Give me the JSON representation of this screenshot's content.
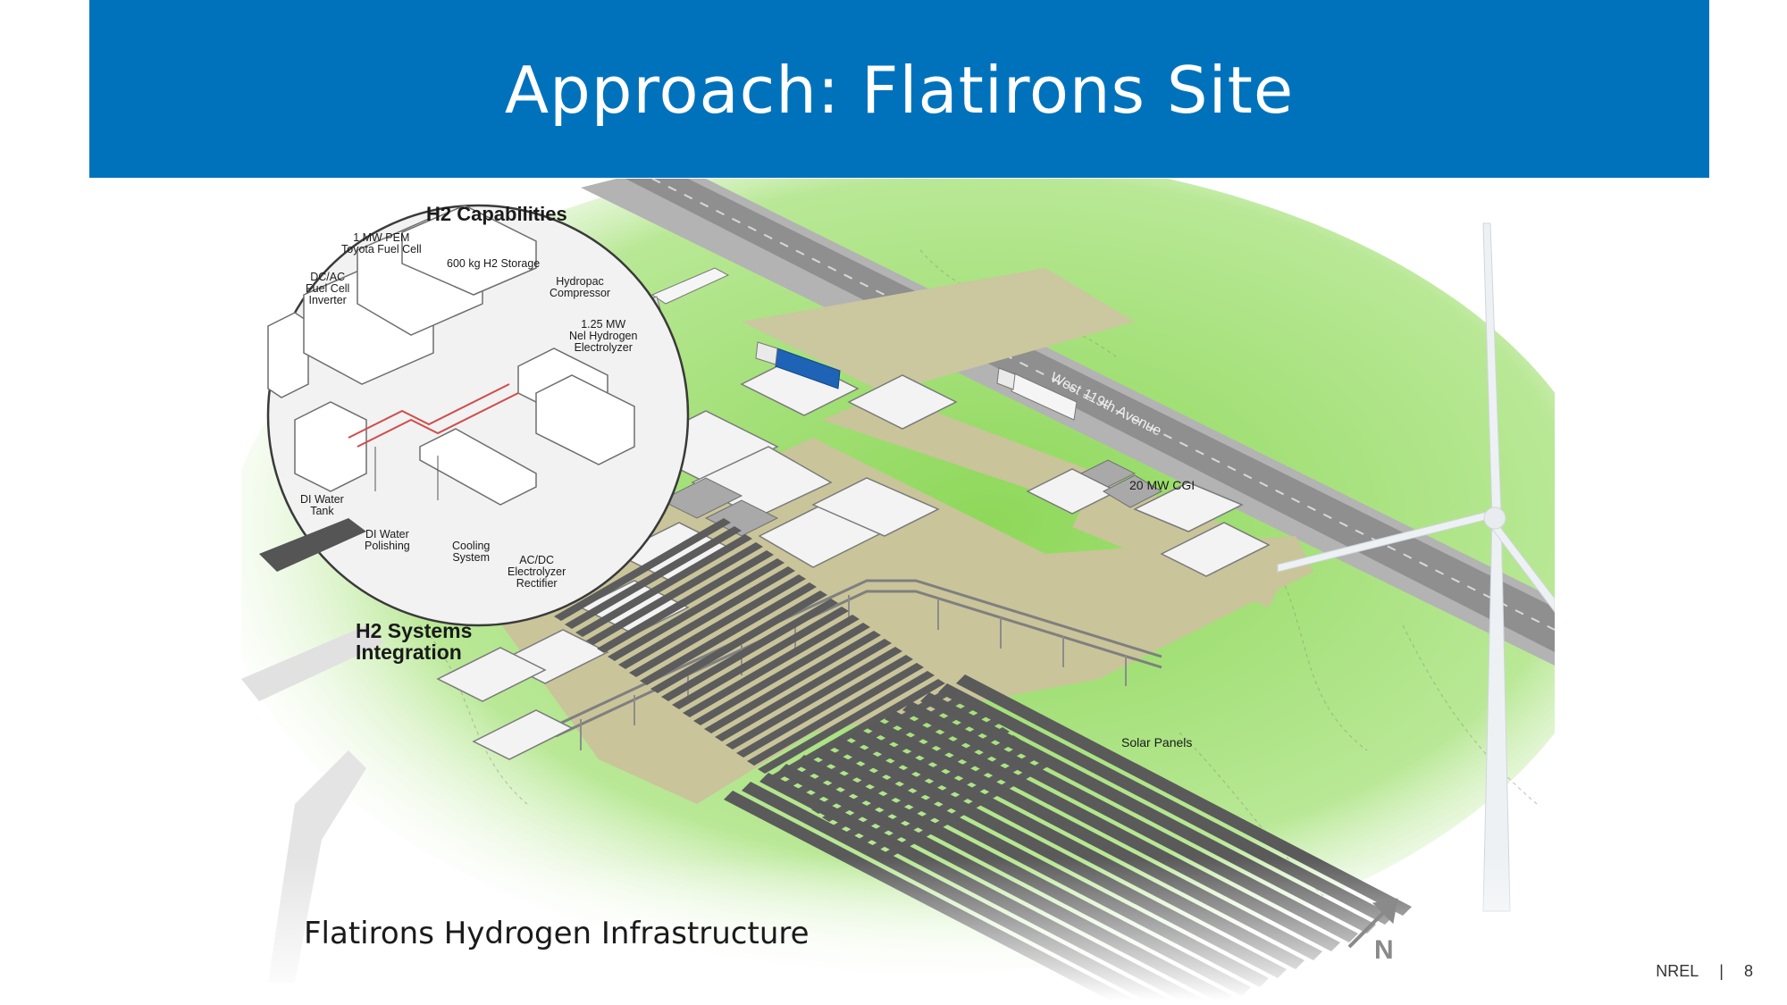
{
  "slide": {
    "title": "Approach: Flatirons Site",
    "footer_org": "NREL",
    "footer_sep": "|",
    "page_number": "8"
  },
  "figure": {
    "caption": "Flatirons Hydrogen Infrastructure",
    "north_label": "N",
    "circle_title": "H2 Capabilities",
    "circle_labels": {
      "fuel_cell": [
        "1 MW PEM",
        "Toyota Fuel Cell"
      ],
      "storage": "600 kg H2 Storage",
      "inverter": [
        "DC/AC",
        "Fuel Cell",
        "Inverter"
      ],
      "compressor": [
        "Hydropac",
        "Compressor"
      ],
      "electrolyzer": [
        "1.25 MW",
        "Nel Hydrogen",
        "Electrolyzer"
      ],
      "water_tank": [
        "DI Water",
        "Tank"
      ],
      "water_polishing": [
        "DI Water",
        "Polishing"
      ],
      "cooling": [
        "Cooling",
        "System"
      ],
      "rectifier": [
        "AC/DC",
        "Electrolyzer",
        "Rectifier"
      ]
    },
    "systems_integration": [
      "H2 Systems",
      "Integration"
    ],
    "road_label": "West 119th Avenue",
    "cgi_label": "20 MW CGI",
    "solar_label": "Solar Panels"
  },
  "colors": {
    "header_blue": "#0072bc",
    "grass_green": "#8ed85a",
    "pad_tan": "#c9c49a",
    "road_gray": "#9a9a9a",
    "truck_blue": "#1e63b5"
  }
}
